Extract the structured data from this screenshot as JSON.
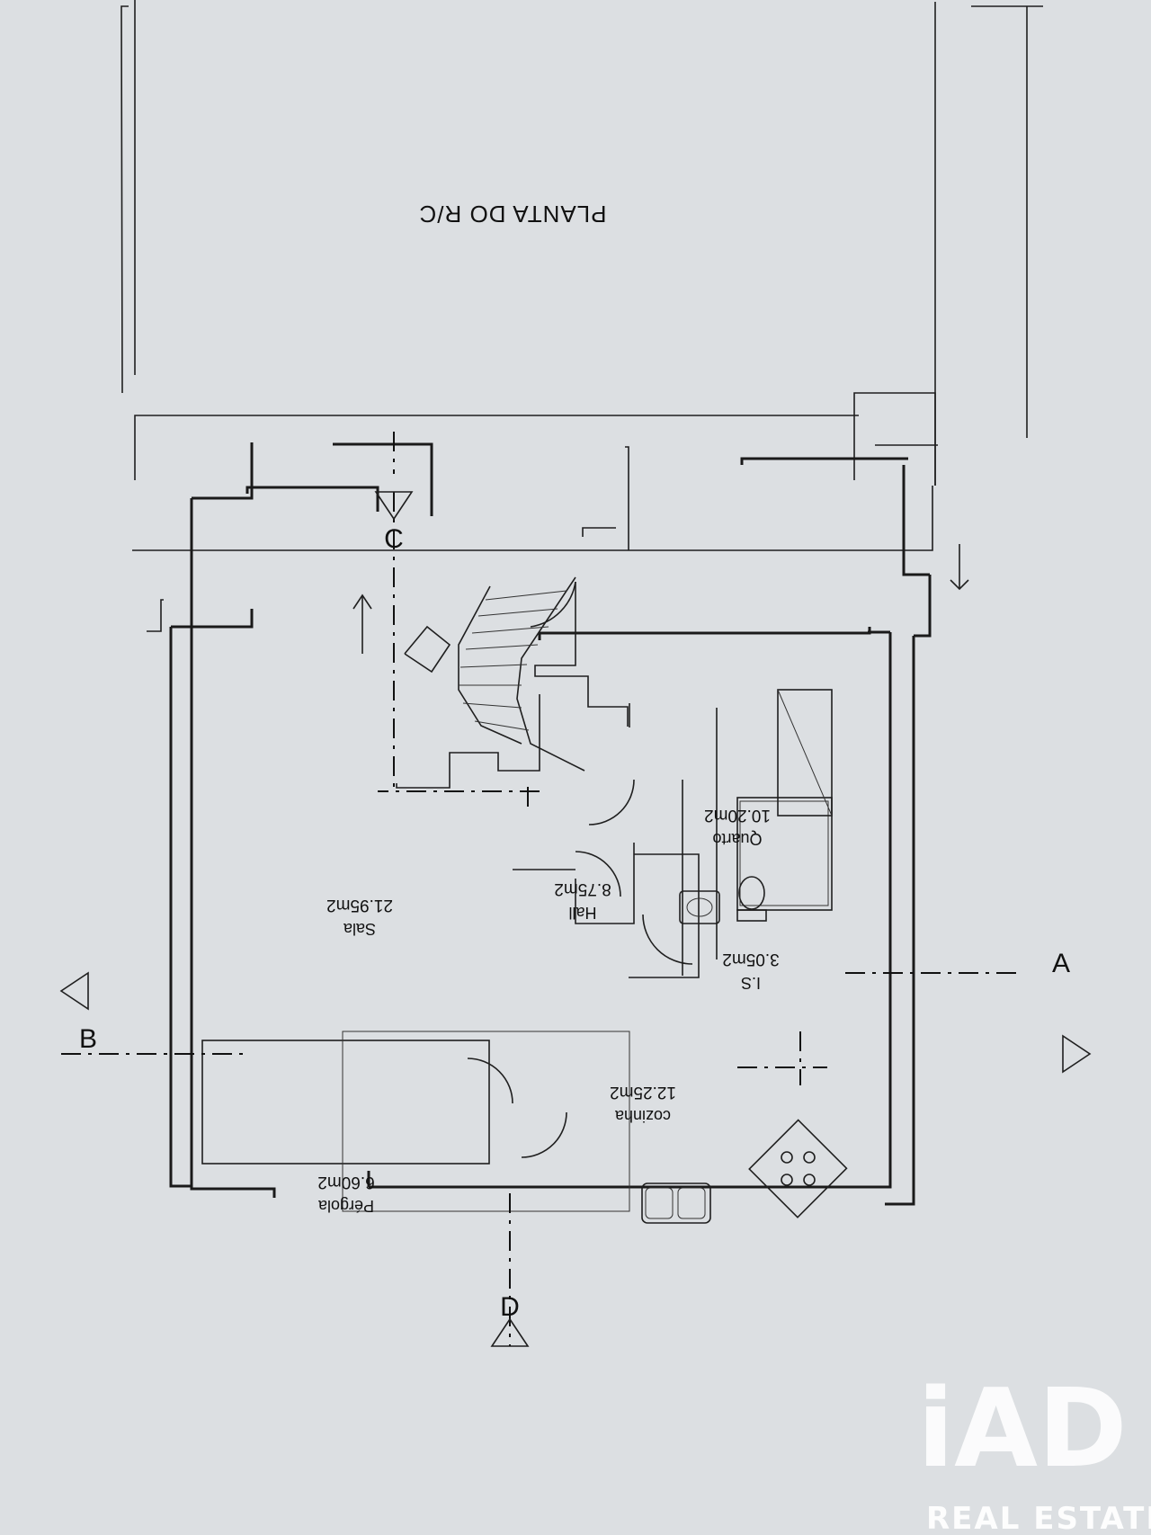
{
  "title": "PLANTA DO R/C",
  "rooms": [
    {
      "name": "Sala",
      "area": "21.95m2"
    },
    {
      "name": "Hall",
      "area": "8.75m2"
    },
    {
      "name": "Quarto",
      "area": "10.20m2"
    },
    {
      "name": "I.S",
      "area": "3.05m2"
    },
    {
      "name": "cozinha",
      "area": "12.25m2"
    },
    {
      "name": "Pérgola",
      "area": "6.60m2"
    }
  ],
  "section_markers": [
    "A",
    "B",
    "C",
    "D"
  ],
  "watermark": {
    "logo": "iAD",
    "tagline": "REAL ESTATE"
  }
}
